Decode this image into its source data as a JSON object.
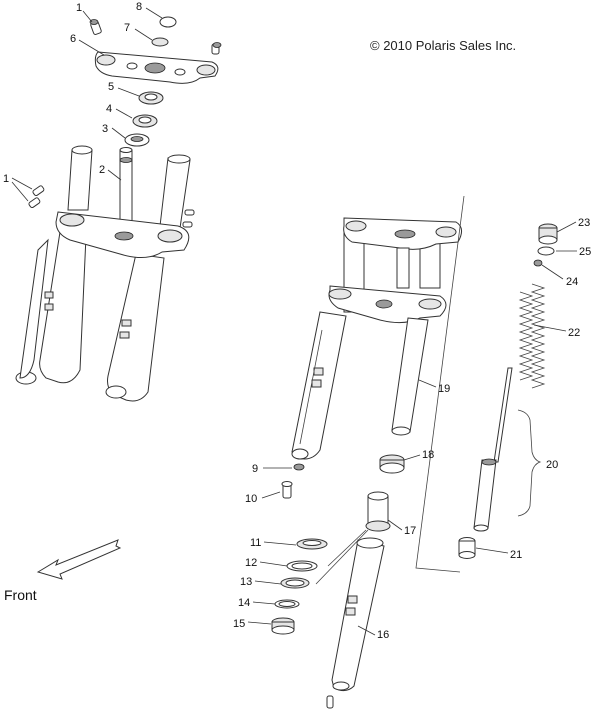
{
  "copyright": "© 2010 Polaris Sales Inc.",
  "front_label": "Front",
  "callouts": [
    {
      "id": "c1a",
      "text": "1"
    },
    {
      "id": "c8",
      "text": "8"
    },
    {
      "id": "c7",
      "text": "7"
    },
    {
      "id": "c6",
      "text": "6"
    },
    {
      "id": "c5",
      "text": "5"
    },
    {
      "id": "c4",
      "text": "4"
    },
    {
      "id": "c3",
      "text": "3"
    },
    {
      "id": "c2",
      "text": "2"
    },
    {
      "id": "c1b",
      "text": "1"
    },
    {
      "id": "c23",
      "text": "23"
    },
    {
      "id": "c25",
      "text": "25"
    },
    {
      "id": "c24",
      "text": "24"
    },
    {
      "id": "c22",
      "text": "22"
    },
    {
      "id": "c19",
      "text": "19"
    },
    {
      "id": "c20",
      "text": "20"
    },
    {
      "id": "c18",
      "text": "18"
    },
    {
      "id": "c9",
      "text": "9"
    },
    {
      "id": "c10",
      "text": "10"
    },
    {
      "id": "c17",
      "text": "17"
    },
    {
      "id": "c11",
      "text": "11"
    },
    {
      "id": "c12",
      "text": "12"
    },
    {
      "id": "c21",
      "text": "21"
    },
    {
      "id": "c13",
      "text": "13"
    },
    {
      "id": "c14",
      "text": "14"
    },
    {
      "id": "c15",
      "text": "15"
    },
    {
      "id": "c16",
      "text": "16"
    }
  ]
}
